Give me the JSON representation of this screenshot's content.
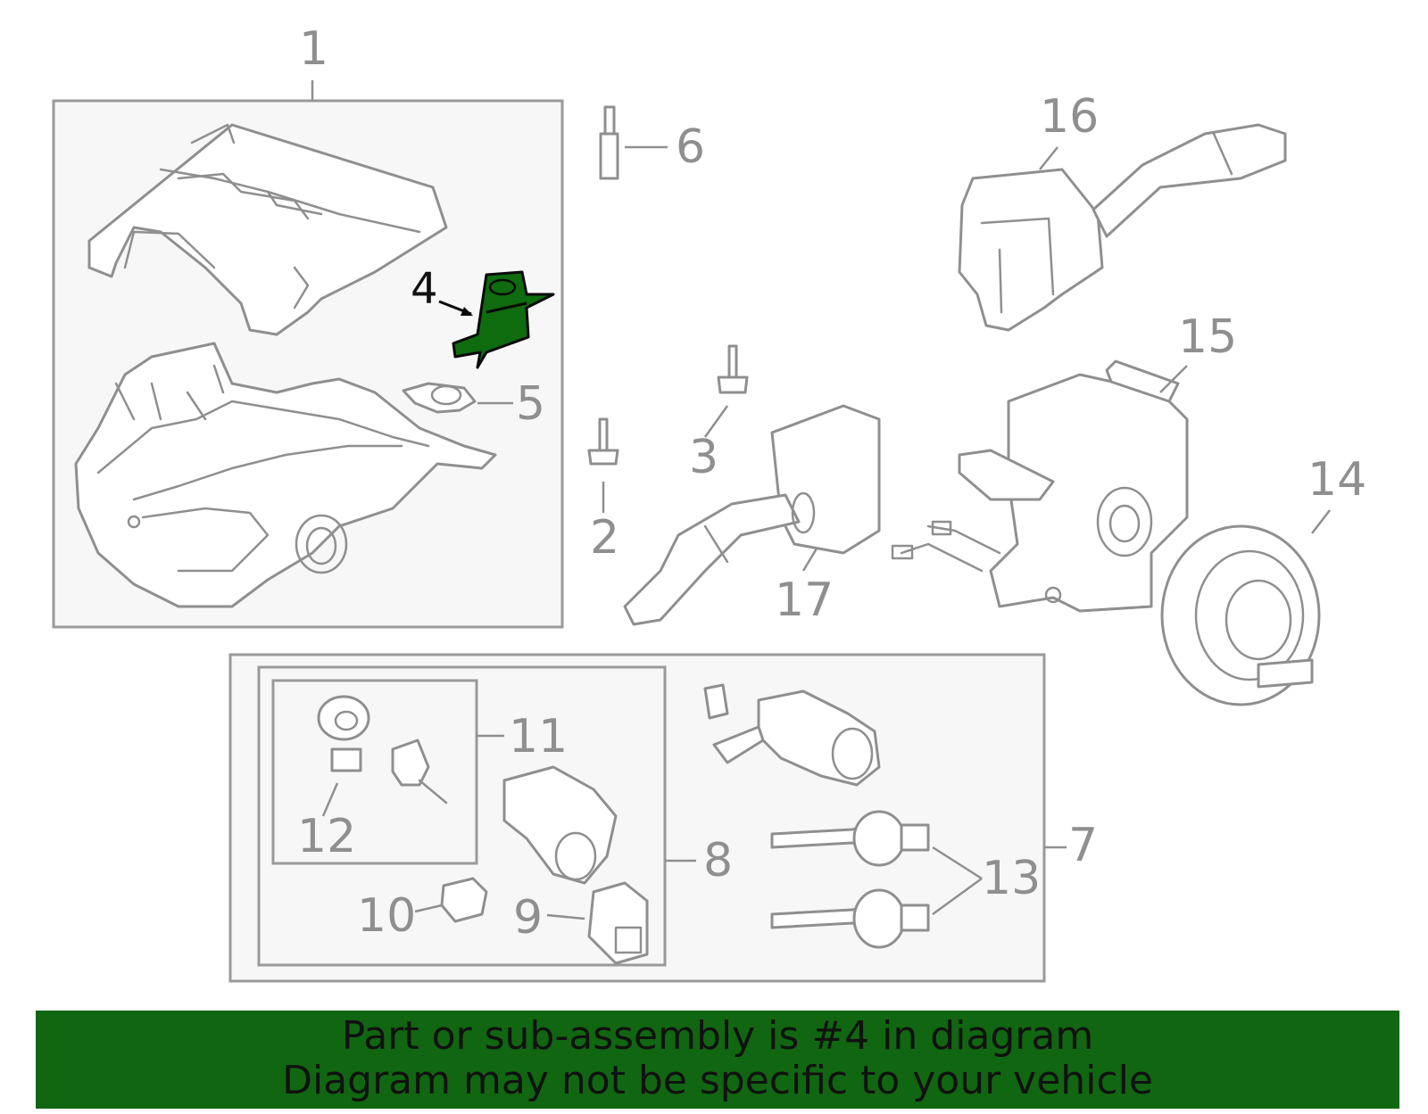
{
  "callouts": {
    "c1": "1",
    "c2": "2",
    "c3": "3",
    "c4": "4",
    "c5": "5",
    "c6": "6",
    "c7": "7",
    "c8": "8",
    "c9": "9",
    "c10": "10",
    "c11": "11",
    "c12": "12",
    "c13": "13",
    "c14": "14",
    "c15": "15",
    "c16": "16",
    "c17": "17"
  },
  "highlighted_part": "4",
  "colors": {
    "highlight_fill": "#0e6b0e",
    "banner": "#116611",
    "linework": "#8f8f8f"
  },
  "footer": {
    "line1": "Part or sub-assembly is #4 in diagram",
    "line2": "Diagram may not be specific to your vehicle"
  }
}
